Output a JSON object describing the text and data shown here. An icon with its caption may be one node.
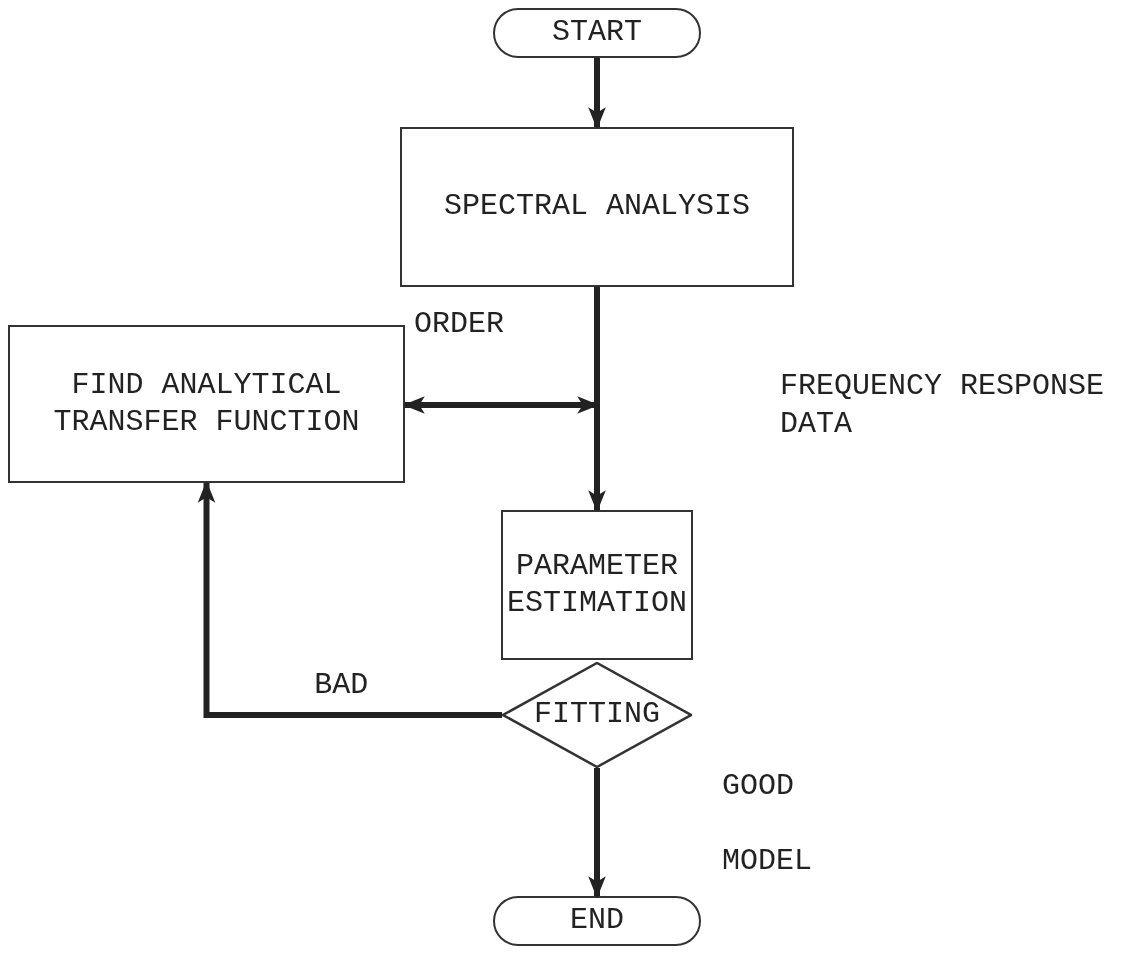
{
  "diagram": {
    "nodes": [
      {
        "text": [
          "START"
        ]
      },
      {
        "text": [
          "SPECTRAL ANALYSIS"
        ]
      },
      {
        "text": [
          "FIND ANALYTICAL TRANSFER FUNCTION"
        ]
      },
      {
        "text": [
          "PARAMETER ESTIMATION"
        ]
      },
      {
        "text": [
          "FITTING"
        ]
      },
      {
        "text": [
          "END"
        ]
      }
    ],
    "edges": [
      {
        "from": 0,
        "to": 1,
        "arrow": "to"
      },
      {
        "from": 1,
        "to": 3,
        "arrow": "to"
      },
      {
        "from": 2,
        "to": null,
        "arrow": "both"
      },
      {
        "from": 4,
        "to": 2,
        "arrow": "to",
        "label": "BAD"
      },
      {
        "from": 4,
        "to": 5,
        "arrow": "to"
      }
    ],
    "labels": [
      "ORDER",
      "FREQUENCY RESPONSE DATA",
      "GOOD",
      "MODEL"
    ]
  }
}
